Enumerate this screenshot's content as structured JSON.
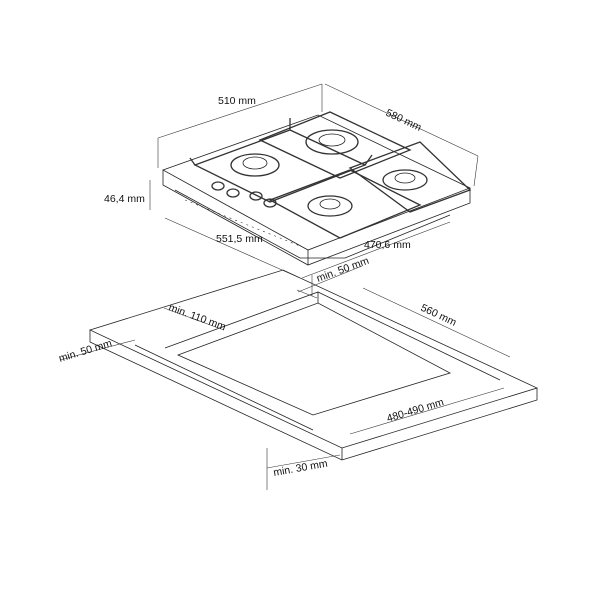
{
  "hob_dimensions": {
    "width_top": "510 mm",
    "depth_top": "580 mm",
    "height": "46,4 mm",
    "width_bottom": "551,5 mm",
    "depth_bottom": "470,6 mm"
  },
  "cutout_dimensions": {
    "rear_clearance": "min. 50 mm",
    "side_clearance": "min. 110 mm",
    "cutout_depth": "560 mm",
    "front_clearance": "min. 50 mm",
    "cutout_width": "480-490 mm",
    "worktop_thickness": "min. 30 mm"
  }
}
